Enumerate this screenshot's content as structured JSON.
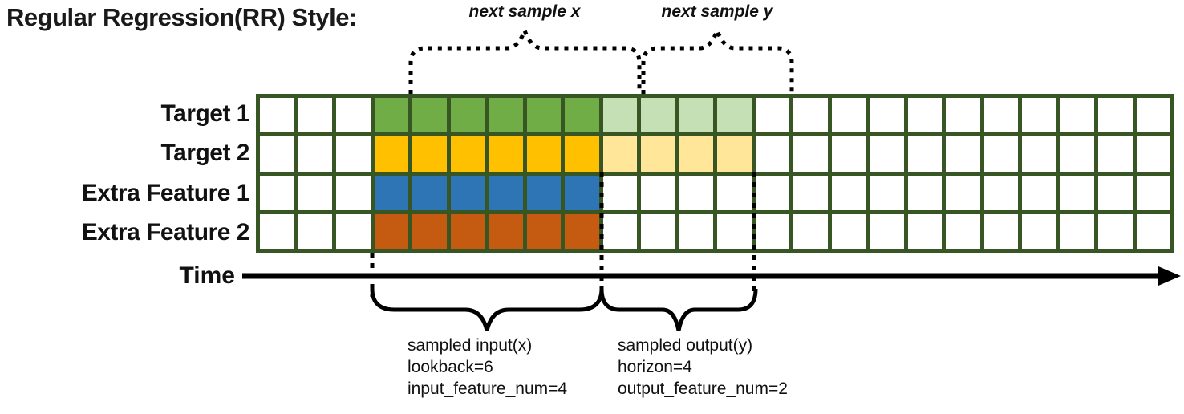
{
  "title": "Regular Regression(RR) Style:",
  "annotations": {
    "next_sample_x": "next sample x",
    "next_sample_y": "next sample y",
    "time_label": "Time"
  },
  "captions": {
    "input": [
      "sampled input(x)",
      "lookback=6",
      "input_feature_num=4"
    ],
    "output": [
      "sampled output(y)",
      "horizon=4",
      "output_feature_num=2"
    ]
  },
  "grid": {
    "total_columns": 24,
    "lead_empty_columns": 3,
    "lookback": 6,
    "horizon": 4,
    "border_color": "#375623",
    "cell_color": "#ffffff",
    "rows": [
      {
        "label": "Target 1",
        "type": "target",
        "input_color": "#70AD47",
        "output_color": "#C5E0B4"
      },
      {
        "label": "Target 2",
        "type": "target",
        "input_color": "#FFC000",
        "output_color": "#FFE699"
      },
      {
        "label": "Extra Feature 1",
        "type": "extra_feature",
        "input_color": "#2E75B6",
        "output_color": null
      },
      {
        "label": "Extra Feature 2",
        "type": "extra_feature",
        "input_color": "#C55A11",
        "output_color": null
      }
    ]
  },
  "line_color": "#000000"
}
